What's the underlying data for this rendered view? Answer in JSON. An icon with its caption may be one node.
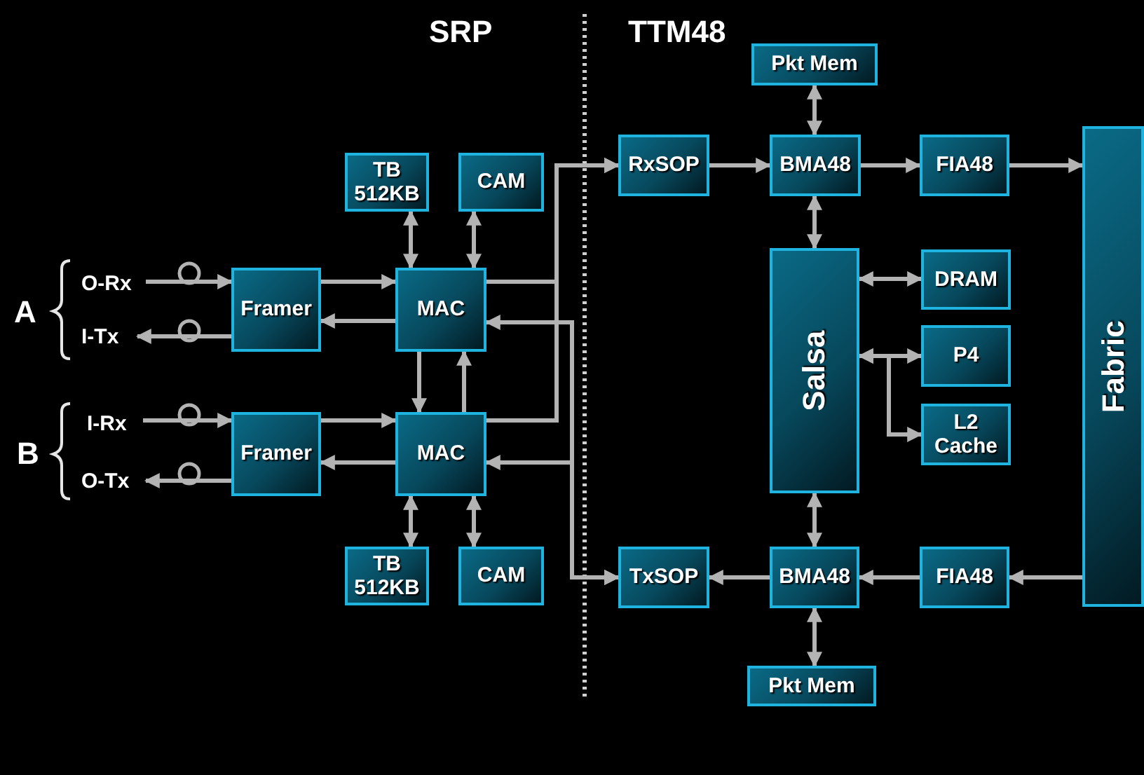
{
  "diagram": {
    "nodes": [
      {
        "text": [
          "O-Rx"
        ]
      },
      {
        "text": [
          "I-Tx"
        ]
      },
      {
        "text": [
          "I-Rx"
        ]
      },
      {
        "text": [
          "O-Tx"
        ]
      },
      {
        "text": [
          "Framer"
        ]
      },
      {
        "text": [
          "Framer"
        ]
      },
      {
        "text": [
          "TB 512KB"
        ]
      },
      {
        "text": [
          "CAM"
        ]
      },
      {
        "text": [
          "MAC"
        ]
      },
      {
        "text": [
          "MAC"
        ]
      },
      {
        "text": [
          "TB 512KB"
        ]
      },
      {
        "text": [
          "CAM"
        ]
      },
      {
        "text": [
          "Pkt Mem"
        ]
      },
      {
        "text": [
          "RxSOP"
        ]
      },
      {
        "text": [
          "BMA48"
        ]
      },
      {
        "text": [
          "FIA48"
        ]
      },
      {
        "text": [
          "Fabric"
        ]
      },
      {
        "text": [
          "Salsa"
        ]
      },
      {
        "text": [
          "DRAM"
        ]
      },
      {
        "text": [
          "P4"
        ]
      },
      {
        "text": [
          "L2 Cache"
        ]
      },
      {
        "text": [
          "TxSOP"
        ]
      },
      {
        "text": [
          "BMA48"
        ]
      },
      {
        "text": [
          "FIA48"
        ]
      },
      {
        "text": [
          "Pkt Mem"
        ]
      }
    ],
    "edges": [
      {
        "from": 0,
        "to": 4,
        "arrow": "to"
      },
      {
        "from": 4,
        "to": 1,
        "arrow": "to"
      },
      {
        "from": 2,
        "to": 5,
        "arrow": "to"
      },
      {
        "from": 5,
        "to": 3,
        "arrow": "to"
      },
      {
        "from": 4,
        "to": 8,
        "arrow": "to"
      },
      {
        "from": 8,
        "to": 4,
        "arrow": "to"
      },
      {
        "from": 5,
        "to": 9,
        "arrow": "to"
      },
      {
        "from": 9,
        "to": 5,
        "arrow": "to"
      },
      {
        "from": 6,
        "to": 8,
        "arrow": "both"
      },
      {
        "from": 7,
        "to": 8,
        "arrow": "both"
      },
      {
        "from": 10,
        "to": 9,
        "arrow": "both"
      },
      {
        "from": 11,
        "to": 9,
        "arrow": "both"
      },
      {
        "from": 8,
        "to": 9,
        "arrow": "to"
      },
      {
        "from": 9,
        "to": 8,
        "arrow": "to"
      },
      {
        "from": 8,
        "to": 13,
        "arrow": "to"
      },
      {
        "from": 9,
        "to": 13,
        "arrow": "to"
      },
      {
        "from": 21,
        "to": 8,
        "arrow": "both"
      },
      {
        "from": 21,
        "to": 9,
        "arrow": "both"
      },
      {
        "from": 13,
        "to": 14,
        "arrow": "to"
      },
      {
        "from": 14,
        "to": 15,
        "arrow": "to"
      },
      {
        "from": 15,
        "to": 16,
        "arrow": "to"
      },
      {
        "from": 12,
        "to": 14,
        "arrow": "both"
      },
      {
        "from": 14,
        "to": 17,
        "arrow": "both"
      },
      {
        "from": 17,
        "to": 18,
        "arrow": "both"
      },
      {
        "from": 17,
        "to": 19,
        "arrow": "both"
      },
      {
        "from": 17,
        "to": 20,
        "arrow": "both"
      },
      {
        "from": 17,
        "to": 22,
        "arrow": "both"
      },
      {
        "from": 22,
        "to": 24,
        "arrow": "both"
      },
      {
        "from": 22,
        "to": 21,
        "arrow": "to"
      },
      {
        "from": 23,
        "to": 22,
        "arrow": "to"
      },
      {
        "from": 16,
        "to": 23,
        "arrow": "to"
      }
    ],
    "labels": [
      "SRP",
      "TTM48",
      "A",
      "B"
    ]
  }
}
